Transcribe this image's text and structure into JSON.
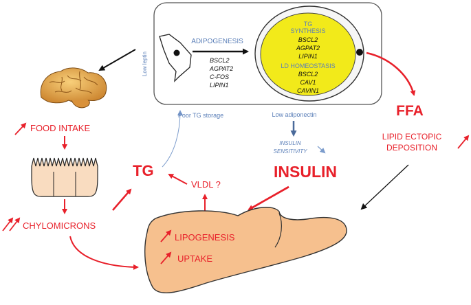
{
  "cell_box": {
    "adipogenesis_title": "ADIPOGENESIS",
    "adipogenesis_genes": [
      "BSCL2",
      "AGPAT2",
      "C-FOS",
      "LIPIN1"
    ],
    "tg_synthesis_title": [
      "TG",
      "SYNTHESIS"
    ],
    "tg_synthesis_genes": [
      "BSCL2",
      "AGPAT2",
      "LIPIN1"
    ],
    "ld_homeostasis_title": "LD HOMEOSTASIS",
    "ld_homeostasis_genes": [
      "BSCL2",
      "CAV1",
      "CAVIN1"
    ]
  },
  "labels": {
    "low_leptin": "Low leptin",
    "poor_tg_storage": "Poor TG storage",
    "low_adiponectin": "Low adiponectin",
    "insulin_sensitivity": [
      "INSULIN",
      "SENSITIVITY"
    ],
    "ffa": "FFA",
    "lipid_ectopic": [
      "LIPID ECTOPIC",
      "DEPOSITION"
    ],
    "food_intake": "FOOD INTAKE",
    "chylomicrons": "CHYLOMICRONS",
    "tg": "TG",
    "vldl": "VLDL ?",
    "insulin": "INSULIN",
    "lipogenesis": "LIPOGENESIS",
    "uptake": "UPTAKE"
  },
  "colors": {
    "red": "#e8202a",
    "blue": "#5b7fb8",
    "steel": "#4a6a9a",
    "yellow": "#f2ea1a",
    "liver": "#f6c08e",
    "intestine": "#f9dcc0",
    "brain": "#e9a64a"
  }
}
